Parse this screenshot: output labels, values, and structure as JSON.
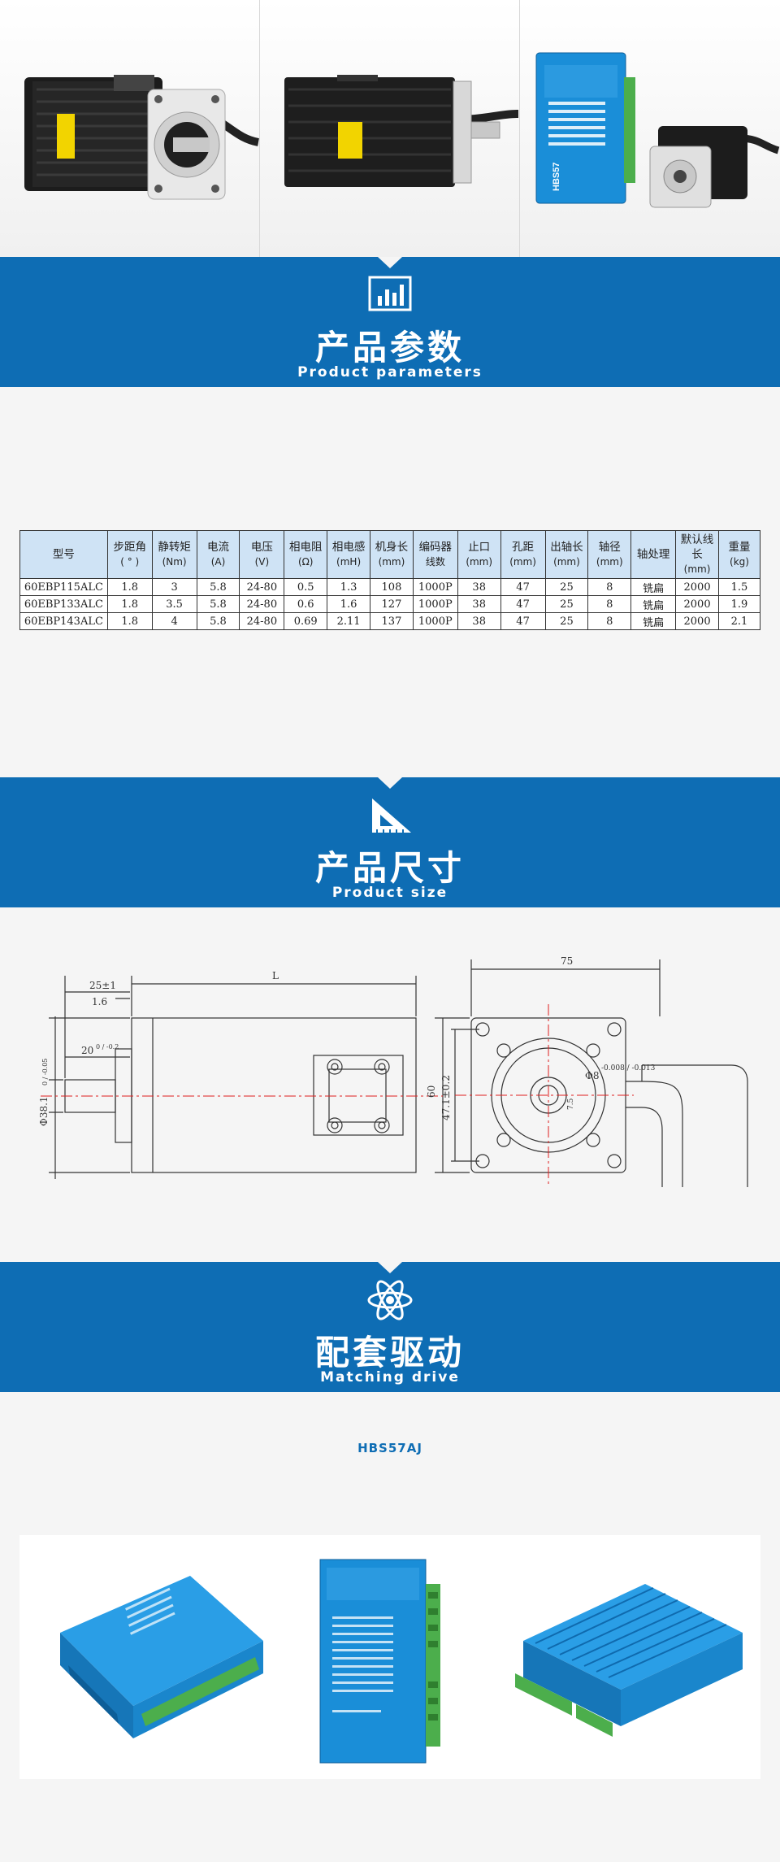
{
  "section_params": {
    "title_cn": "产品参数",
    "title_en": "Product parameters"
  },
  "section_size": {
    "title_cn": "产品尺寸",
    "title_en": "Product size"
  },
  "section_drive": {
    "title_cn": "配套驱动",
    "title_en": "Matching drive"
  },
  "driver_model": "HBS57AJ",
  "photo_driver_label": "HBS57",
  "table": {
    "headers": [
      {
        "name": "型号",
        "unit": ""
      },
      {
        "name": "步距角",
        "unit": "( ° )"
      },
      {
        "name": "静转矩",
        "unit": "(Nm)"
      },
      {
        "name": "电流",
        "unit": "(A)"
      },
      {
        "name": "电压",
        "unit": "(V)"
      },
      {
        "name": "相电阻",
        "unit": "(Ω)"
      },
      {
        "name": "相电感",
        "unit": "(mH)"
      },
      {
        "name": "机身长",
        "unit": "(mm)"
      },
      {
        "name": "编码器",
        "unit": "线数"
      },
      {
        "name": "止口",
        "unit": "(mm)"
      },
      {
        "name": "孔距",
        "unit": "(mm)"
      },
      {
        "name": "出轴长",
        "unit": "(mm)"
      },
      {
        "name": "轴径",
        "unit": "(mm)"
      },
      {
        "name": "轴处理",
        "unit": ""
      },
      {
        "name": "默认线长",
        "unit": "(mm)"
      },
      {
        "name": "重量",
        "unit": "(kg)"
      }
    ],
    "rows": [
      [
        "60EBP115ALC",
        "1.8",
        "3",
        "5.8",
        "24-80",
        "0.5",
        "1.3",
        "108",
        "1000P",
        "38",
        "47",
        "25",
        "8",
        "铣扁",
        "2000",
        "1.5"
      ],
      [
        "60EBP133ALC",
        "1.8",
        "3.5",
        "5.8",
        "24-80",
        "0.6",
        "1.6",
        "127",
        "1000P",
        "38",
        "47",
        "25",
        "8",
        "铣扁",
        "2000",
        "1.9"
      ],
      [
        "60EBP143ALC",
        "1.8",
        "4",
        "5.8",
        "24-80",
        "0.69",
        "2.11",
        "137",
        "1000P",
        "38",
        "47",
        "25",
        "8",
        "铣扁",
        "2000",
        "2.1"
      ]
    ]
  },
  "dimensions": {
    "length": "L",
    "shaft_total": "25±1",
    "shaft_step": "1.6",
    "flat": "20",
    "flat_tol": "0 / -0.2",
    "pilot_dia": "Φ38.1",
    "pilot_tol": "0 / -0.05",
    "height": "60",
    "hole_spacing": "47.1±0.2",
    "width": "75",
    "shaft_dia": "Φ8",
    "shaft_tol": "-0.008 / -0.013",
    "flat_depth": "7.5"
  },
  "colors": {
    "banner": "#0e6db4",
    "table_header": "#cfe3f5",
    "dim_line": "#333333",
    "center_line": "#e02020",
    "driver_blue": "#1a8ed8",
    "terminal_green": "#4cae4c"
  }
}
